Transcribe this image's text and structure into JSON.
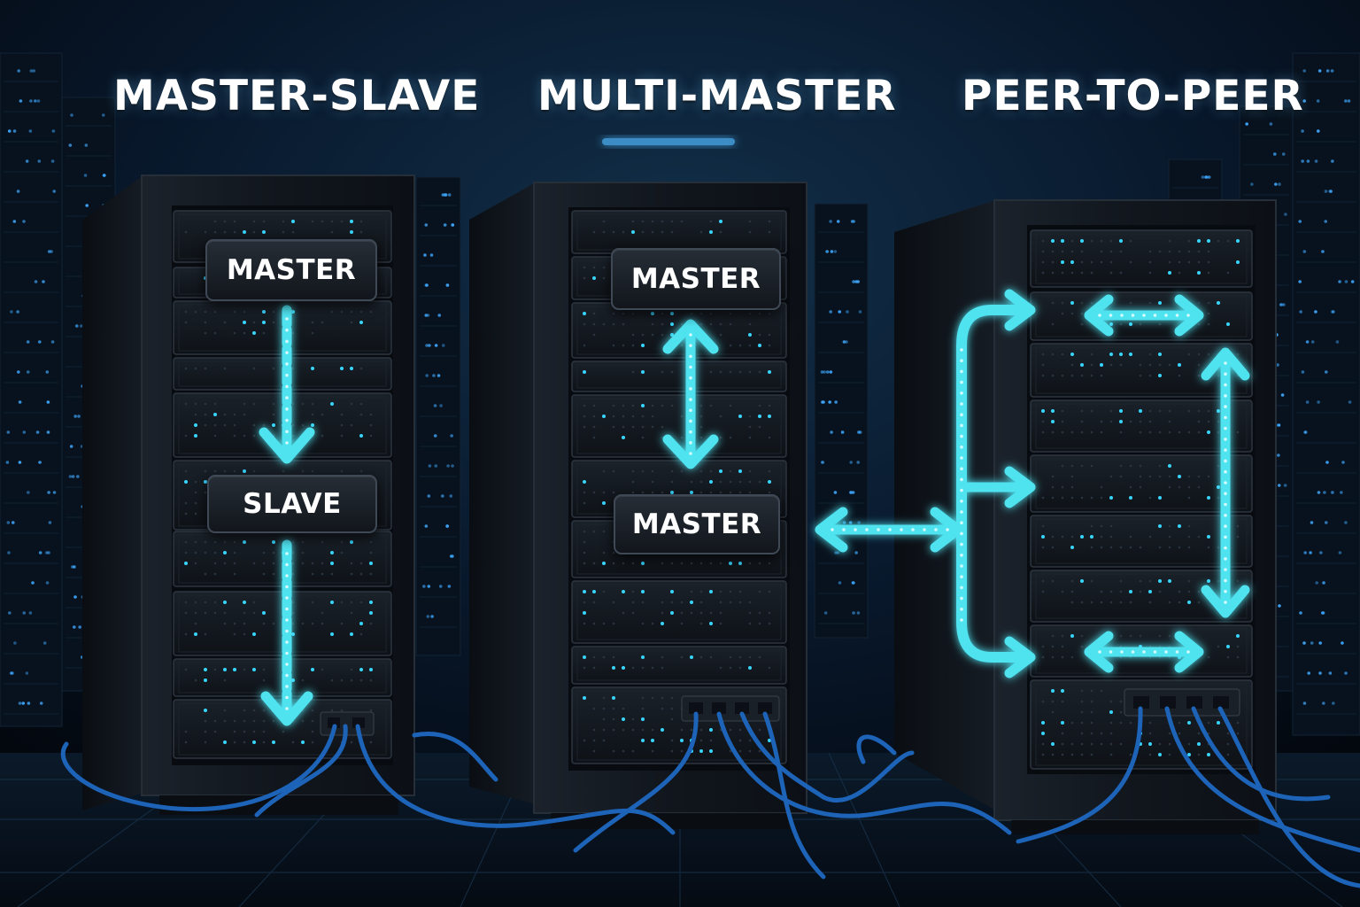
{
  "sections": {
    "master_slave": {
      "title": "MASTER-SLAVE",
      "node_top": "MASTER",
      "node_bottom": "SLAVE"
    },
    "multi_master": {
      "title": "MULTI-MASTER",
      "node_top": "MASTER",
      "node_bottom": "MASTER"
    },
    "peer_to_peer": {
      "title": "PEER-TO-PEER"
    }
  },
  "colors": {
    "background": "#040a13",
    "rack_body": "#11161d",
    "rack_slot": "#0b0f14",
    "accent_glow": "#4fe3f0",
    "cable": "#1d63b8",
    "label_text": "#ffffff"
  }
}
